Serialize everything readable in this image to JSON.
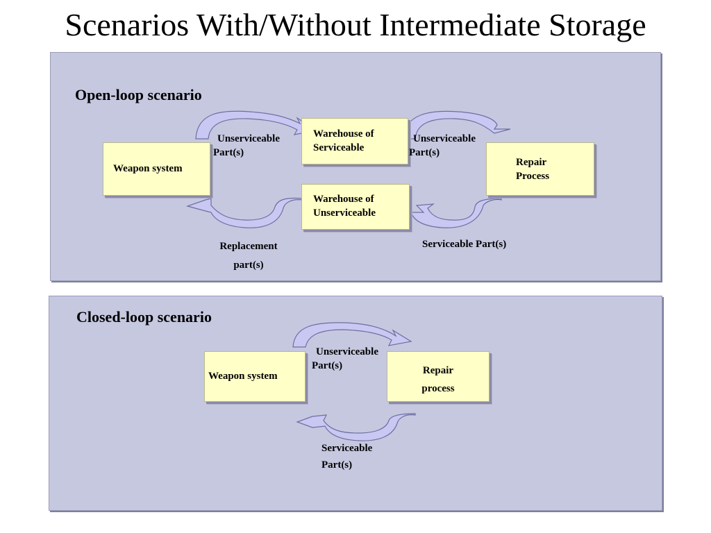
{
  "title": "Scenarios With/Without Intermediate Storage",
  "open_loop": {
    "heading": "Open-loop scenario",
    "weapon_system": "Weapon system",
    "warehouse_serviceable": "Warehouse of Serviceable",
    "warehouse_unserviceable": "Warehouse of Unserviceable",
    "repair_process": "Repair Process",
    "unserviceable_left": "Unserviceable Part(s)",
    "unserviceable_right": "Unserviceable Part(s)",
    "replacement": "Replacement part(s)",
    "serviceable": "Serviceable Part(s)"
  },
  "closed_loop": {
    "heading": "Closed-loop scenario",
    "weapon_system": "Weapon system",
    "repair_process": "Repair process",
    "unserviceable": "Unserviceable Part(s)",
    "serviceable": "Serviceable Part(s)"
  },
  "colors": {
    "panel": "#c6c8e0",
    "box": "#ffffc8",
    "arrow": "#c8c8f2"
  }
}
